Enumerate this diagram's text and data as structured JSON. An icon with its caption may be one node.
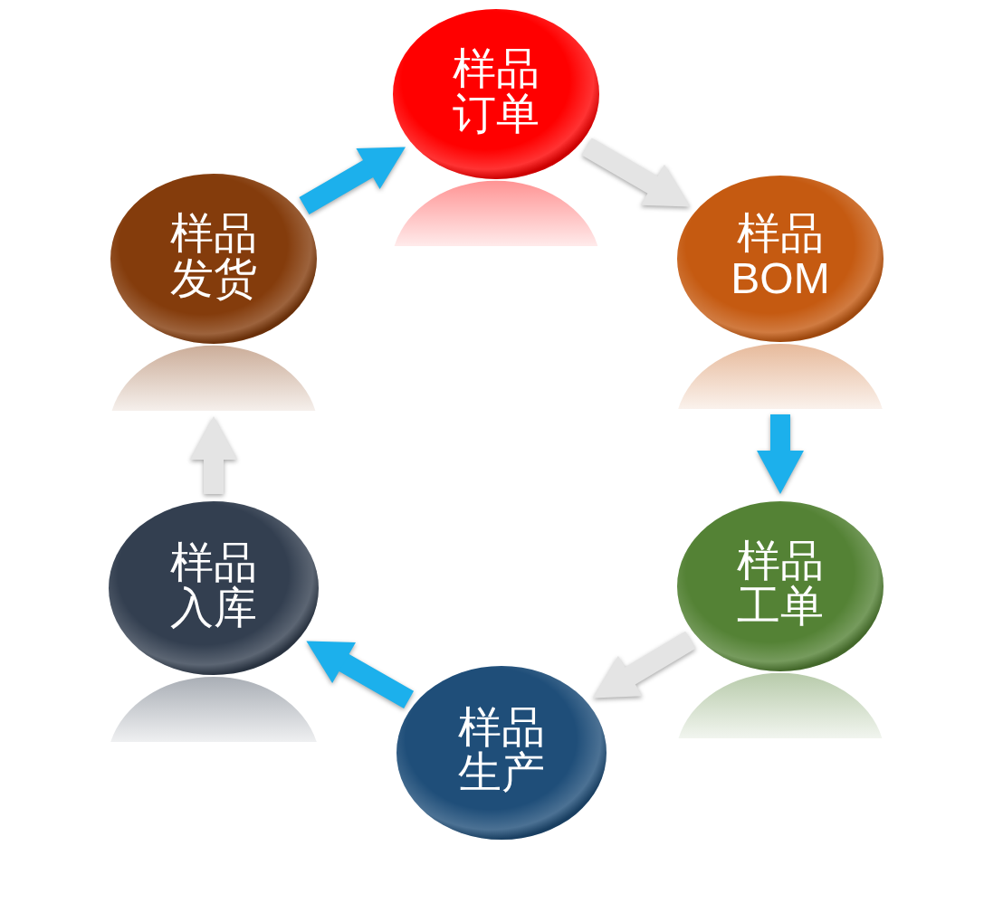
{
  "diagram": {
    "nodes": [
      {
        "text": [
          "样品订单"
        ]
      },
      {
        "text": [
          "样品BOM"
        ]
      },
      {
        "text": [
          "样品工单"
        ]
      },
      {
        "text": [
          "样品生产"
        ]
      },
      {
        "text": [
          "样品入库"
        ]
      },
      {
        "text": [
          "样品发货"
        ]
      }
    ],
    "edges": [
      {
        "from": 0,
        "to": 1,
        "arrow": "to",
        "color": "#e4e4e4"
      },
      {
        "from": 1,
        "to": 2,
        "arrow": "to",
        "color": "#1cb0ec"
      },
      {
        "from": 2,
        "to": 3,
        "arrow": "to",
        "color": "#e4e4e4"
      },
      {
        "from": 3,
        "to": 4,
        "arrow": "to",
        "color": "#1cb0ec"
      },
      {
        "from": 4,
        "to": 5,
        "arrow": "to",
        "color": "#e4e4e4"
      },
      {
        "from": 5,
        "to": 0,
        "arrow": "to",
        "color": "#1cb0ec"
      }
    ]
  }
}
